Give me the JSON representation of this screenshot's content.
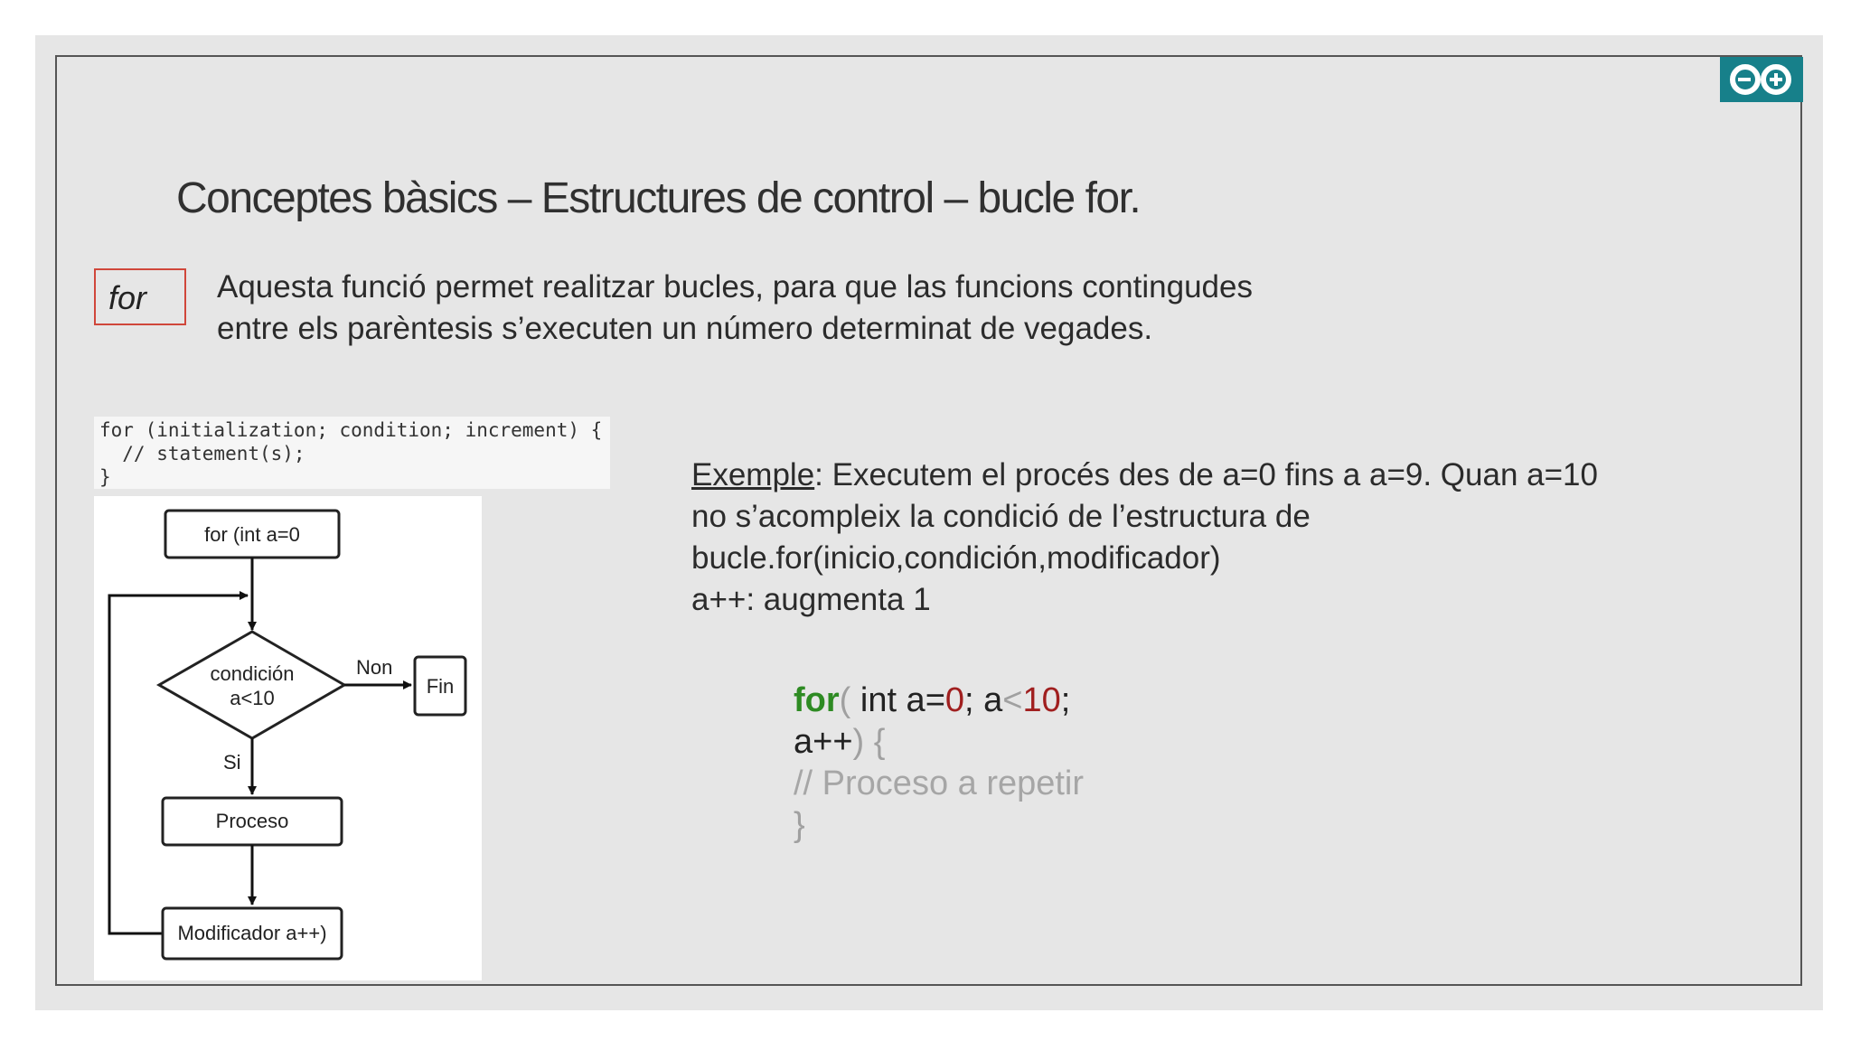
{
  "title": "Conceptes bàsics – Estructures de control – bucle for.",
  "keyword": "for",
  "description": [
    "Aquesta funció permet realitzar bucles, para que las funcions contingudes",
    "entre els parèntesis s’executen un número determinat de vegades."
  ],
  "syntax": [
    "for (initialization; condition; increment) {",
    "  // statement(s);",
    "}"
  ],
  "flowchart": {
    "init": "for (int a=0",
    "cond_line1": "condición",
    "cond_line2": "a<10",
    "no_label": "Non",
    "end": "Fin",
    "yes_label": "Si",
    "process": "Proceso",
    "modifier": "Modificador a++)"
  },
  "example": {
    "label": "Exemple",
    "line1_rest": ": Executem el procés des de a=0 fins a  a=9. Quan a=10",
    "line2": "no s’acompleix la condició de l’estructura de",
    "line3": "bucle.for(inicio,condición,modificador)",
    "line4": "a++: augmenta 1"
  },
  "code": {
    "kw_for": "for",
    "paren_open": "(",
    "int_a": " int a=",
    "zero": "0",
    "semi_a": "; a",
    "lt": "<",
    "ten": "10",
    "semi": ";",
    "a_pp": "a++",
    "paren_close_brace": ") {",
    "comment": "// Proceso a repetir",
    "close_brace": "}"
  },
  "colors": {
    "keyword": "#2e8b23",
    "number": "#a01f1f",
    "comment": "#a6a6a6",
    "logo": "#17808a",
    "box_border": "#d0473b"
  },
  "icons": [
    "arduino-logo-icon"
  ]
}
